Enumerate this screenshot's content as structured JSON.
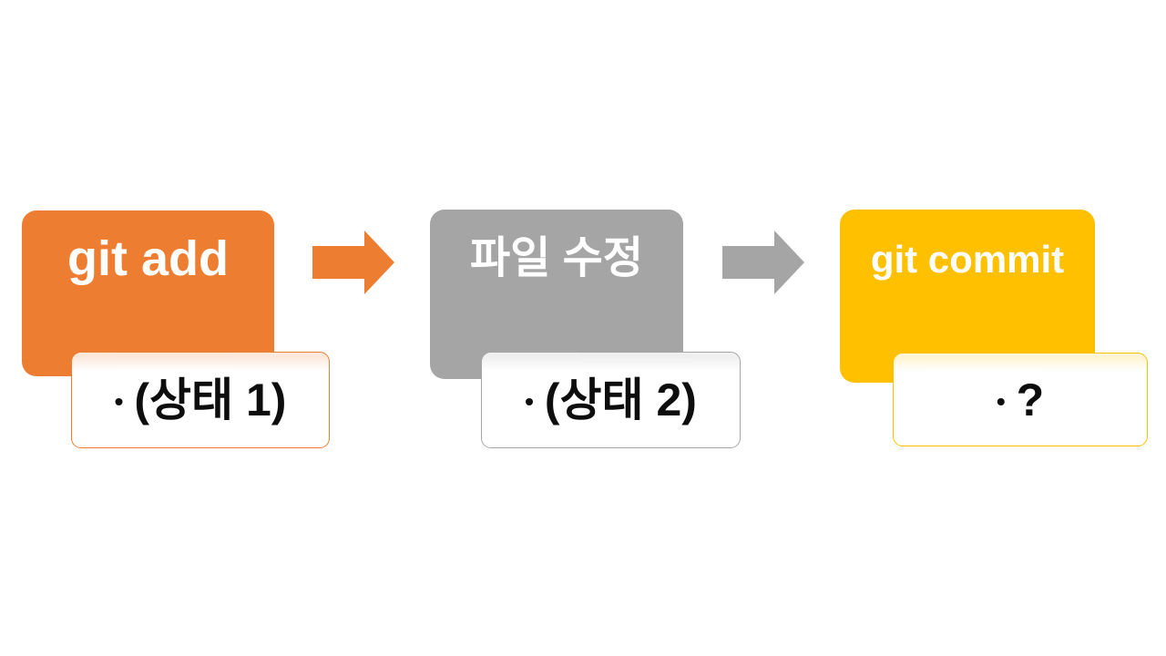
{
  "slide": {
    "background_color": "#FFFFFF",
    "text_color": "#0D0D0D"
  },
  "groups": [
    {
      "title": "git add",
      "title_color": "#FFFFFF",
      "box_color": "#ED7D31",
      "bullet": "•",
      "item": "(상태 1)"
    },
    {
      "title": "파일 수정",
      "title_color": "#FFFFFF",
      "box_color": "#A5A5A5",
      "bullet": "•",
      "item": "(상태 2)"
    },
    {
      "title": "git commit",
      "title_color": "#FFFFFF",
      "box_color": "#FFC000",
      "bullet": "•",
      "item": "?"
    }
  ],
  "arrows": [
    {
      "direction": "right",
      "color": "#ED7D31"
    },
    {
      "direction": "right",
      "color": "#A5A5A5"
    }
  ]
}
